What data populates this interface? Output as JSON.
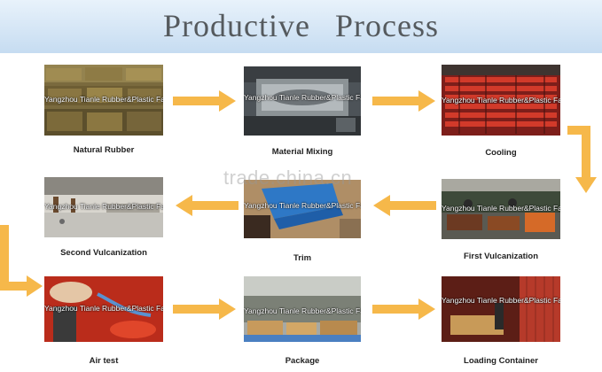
{
  "title": "Productive  Process",
  "watermark": "trade.china.cn",
  "factory_watermark": "Yangzhou Tianle Rubber&Plastic Factory",
  "colors": {
    "arrow": "#f6b84a",
    "banner": "#d6e6f6",
    "title": "#555a5e"
  },
  "steps": [
    {
      "label": "Natural Rubber"
    },
    {
      "label": "Material Mixing"
    },
    {
      "label": "Cooling"
    },
    {
      "label": "First Vulcanization"
    },
    {
      "label": "Trim"
    },
    {
      "label": "Second Vulcanization"
    },
    {
      "label": "Air test"
    },
    {
      "label": "Package"
    },
    {
      "label": "Loading Container"
    }
  ]
}
